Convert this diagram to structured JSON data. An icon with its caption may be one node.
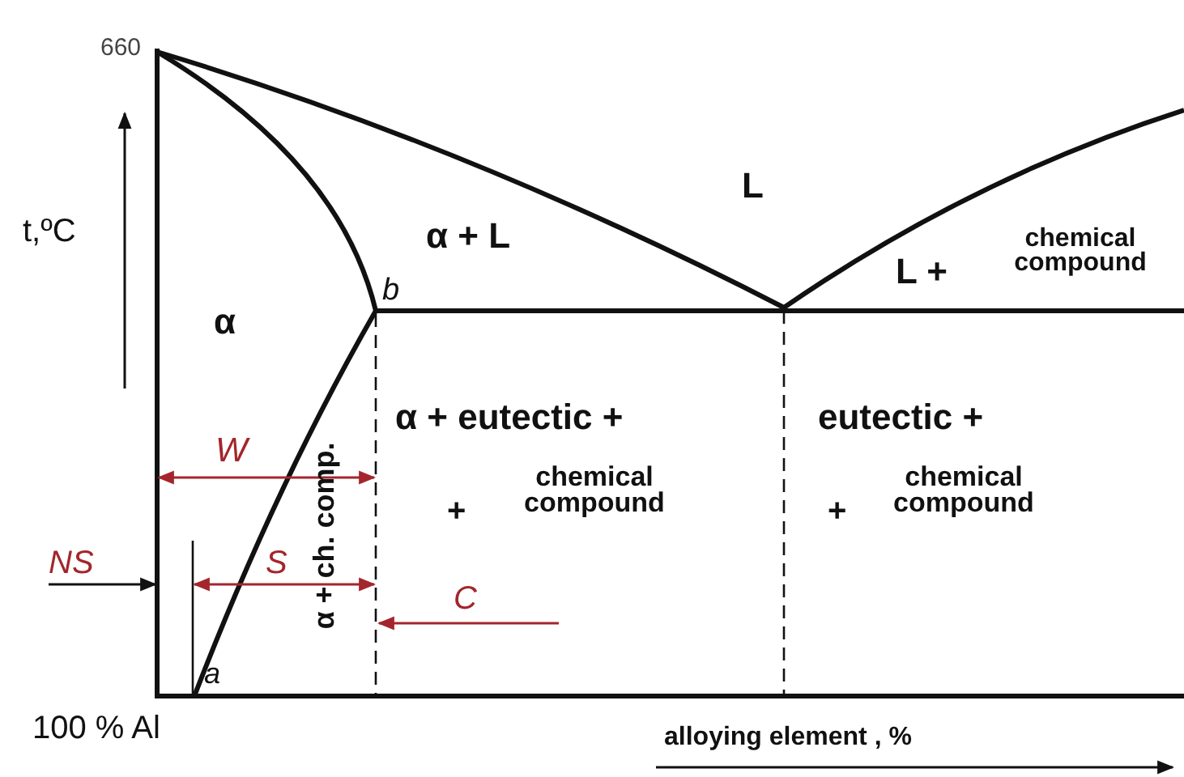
{
  "diagram": {
    "labels": [
      "660",
      "L",
      "t,ºC",
      "α + L",
      "L +",
      "chemical compound",
      "b",
      "α",
      "W",
      "α + ch. comp.",
      "α + eutectic +",
      "+",
      "chemical compound",
      "eutectic +",
      "+",
      "chemical compound",
      "NS",
      "S",
      "C",
      "a",
      "100 % Al",
      "alloying element , %"
    ]
  }
}
